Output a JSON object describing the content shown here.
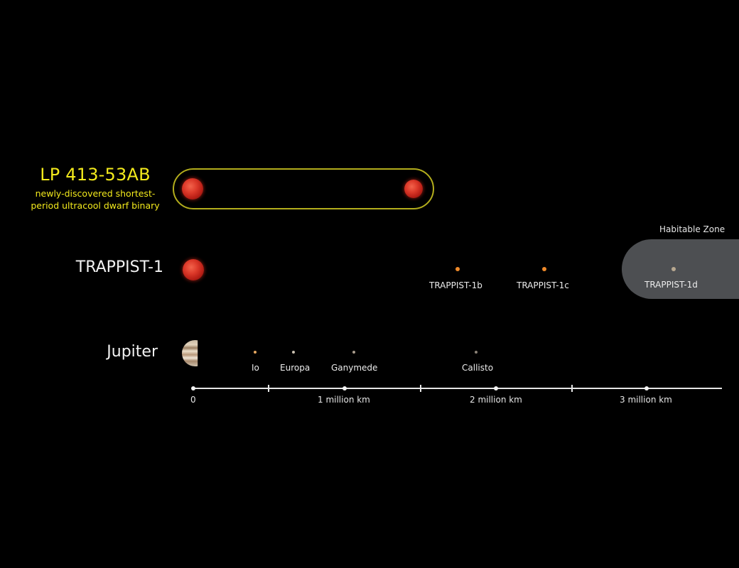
{
  "lp_system": {
    "title": "LP 413-53AB",
    "subtitle_line1": "newly-discovered shortest-",
    "subtitle_line2": "period ultracool dwarf binary",
    "title_color": "#f3ea1c",
    "outline_color": "#b3ad1c"
  },
  "trappist": {
    "label": "TRAPPIST-1",
    "planets": [
      {
        "name": "TRAPPIST-1b",
        "color": "#f08a2a"
      },
      {
        "name": "TRAPPIST-1c",
        "color": "#f08a2a"
      },
      {
        "name": "TRAPPIST-1d",
        "color": "#b8a890"
      }
    ],
    "habitable_zone_label": "Habitable Zone"
  },
  "jupiter": {
    "label": "Jupiter",
    "moons": [
      {
        "name": "Io",
        "color": "#e5a760"
      },
      {
        "name": "Europa",
        "color": "#c9c0b0"
      },
      {
        "name": "Ganymede",
        "color": "#a89c8c"
      },
      {
        "name": "Callisto",
        "color": "#8a8176"
      }
    ]
  },
  "scale_axis": {
    "labels": [
      "0",
      "1 million km",
      "2 million km",
      "3 million km"
    ]
  },
  "star_color": "#dd3a2a"
}
